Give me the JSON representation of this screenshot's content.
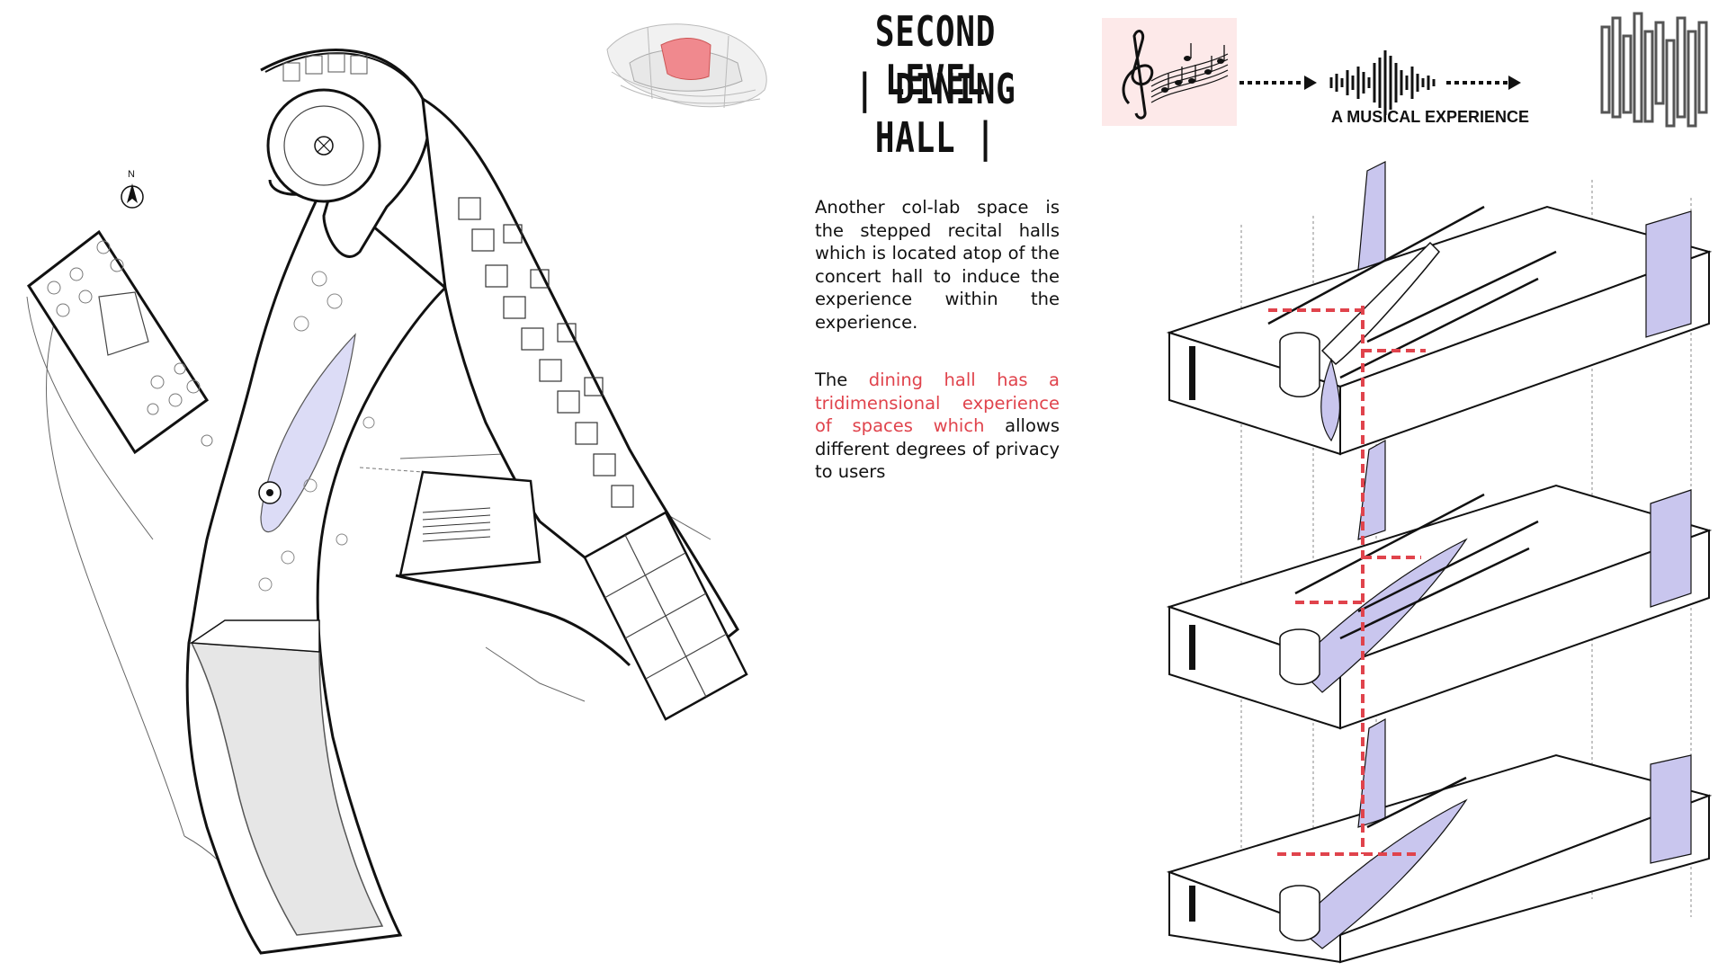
{
  "header": {
    "title_line1": "SECOND LEVEL",
    "title_line2": "| DINING HALL |"
  },
  "description": {
    "paragraph1": "Another col-lab space is the stepped recital halls which is located atop of the concert hall to induce the experience within the experience.",
    "paragraph2_start": "The",
    "paragraph2_highlight": "dining hall has a tridimensional experience of spaces which",
    "paragraph2_end": "allows different degrees of privacy to users"
  },
  "music_diagram": {
    "caption": "A MUSICAL EXPERIENCE"
  },
  "plan": {
    "north_label": "N"
  },
  "colors": {
    "accent": "#e0434c",
    "water": "#d9d9f5",
    "glass": "#c9c6ee",
    "highlight_block": "#f0898e",
    "pink_panel": "#fde9e9",
    "line": "#111111"
  },
  "icons": [
    "north-arrow-icon",
    "treble-clef-icon",
    "sound-wave-icon",
    "barcode-icon",
    "arrow-right-icon"
  ]
}
